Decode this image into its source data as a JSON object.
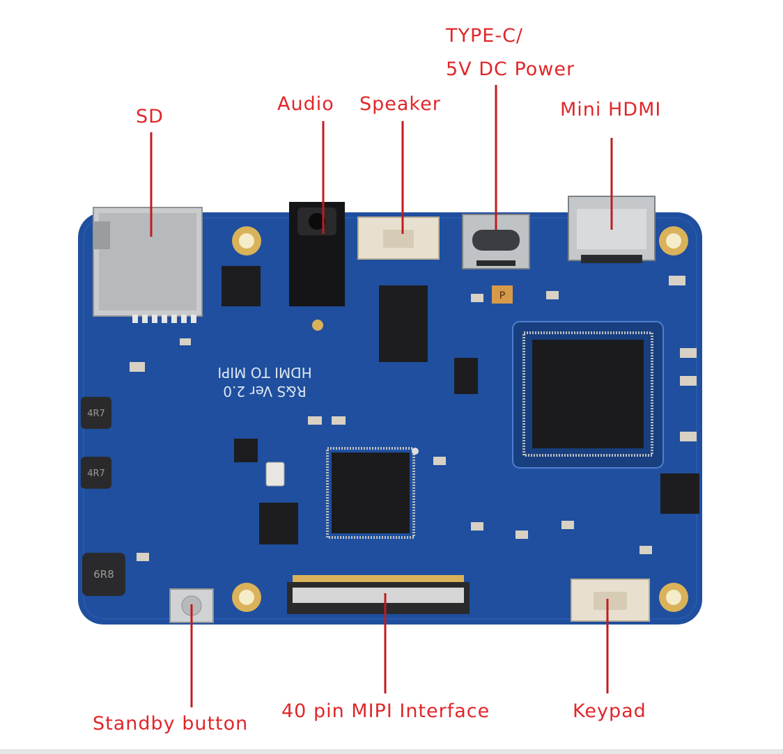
{
  "callouts": {
    "sd": "SD",
    "audio": "Audio",
    "speaker": "Speaker",
    "type_c_line1": "TYPE-C/",
    "type_c_line2": "5V DC Power",
    "mini_hdmi": "Mini HDMI",
    "standby": "Standby button",
    "mipi": "40 pin MIPI Interface",
    "keypad": "Keypad"
  },
  "board": {
    "silk_line1": "R&S Ver 2.0",
    "silk_line2": "HDMI TO MIPI",
    "inductor_1": "4R7",
    "inductor_2": "4R7",
    "inductor_3": "6R8",
    "cap_mark": "P"
  },
  "colors": {
    "label": "#e0262a",
    "pcb": "#1f4f9e",
    "pcb_dark": "#183f80",
    "silk": "#dfe6f2",
    "gold": "#d9b25a",
    "chip": "#1b1b1e"
  }
}
